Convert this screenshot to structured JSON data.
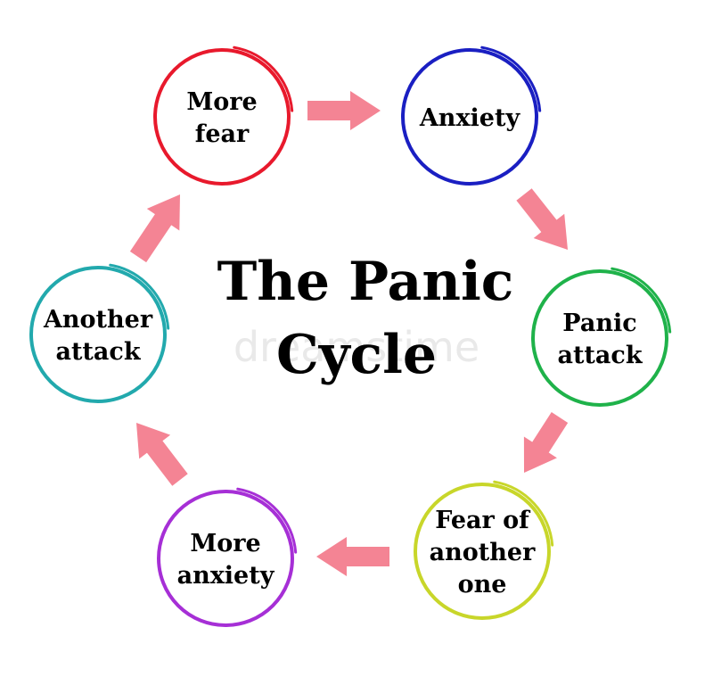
{
  "title": {
    "line1": "The Panic",
    "line2": "Cycle"
  },
  "nodes": [
    {
      "id": "more-fear",
      "lines": [
        "More",
        "fear"
      ],
      "color": "#e8192c"
    },
    {
      "id": "anxiety",
      "lines": [
        "Anxiety"
      ],
      "color": "#1a1fc2"
    },
    {
      "id": "panic-attack",
      "lines": [
        "Panic",
        "attack"
      ],
      "color": "#1fb24a"
    },
    {
      "id": "fear-of-another-one",
      "lines": [
        "Fear of",
        "another",
        "one"
      ],
      "color": "#c8d62a"
    },
    {
      "id": "more-anxiety",
      "lines": [
        "More",
        "anxiety"
      ],
      "color": "#a62fd6"
    },
    {
      "id": "another-attack",
      "lines": [
        "Another",
        "attack"
      ],
      "color": "#22a9ad"
    }
  ],
  "arrow_color": "#f48494",
  "watermark": "dreamstime"
}
